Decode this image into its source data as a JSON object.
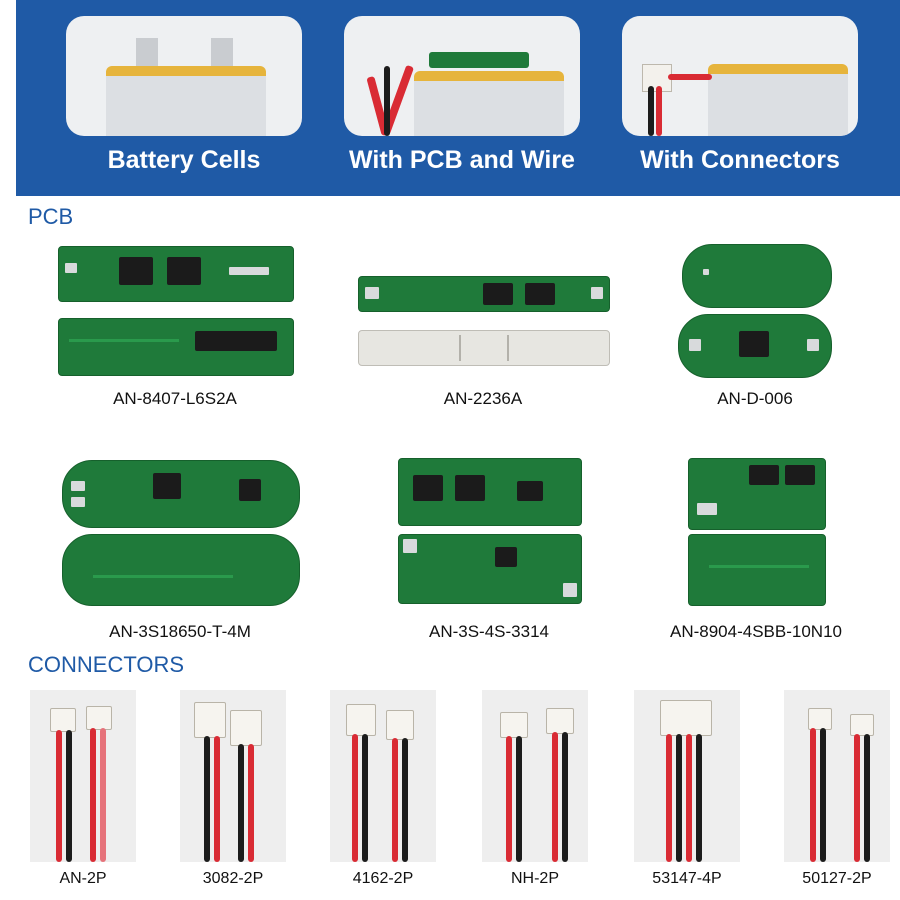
{
  "banner": {
    "items": [
      {
        "label": "Battery Cells"
      },
      {
        "label": "With PCB and Wire"
      },
      {
        "label": "With Connectors"
      }
    ]
  },
  "pcb_section": {
    "title": "PCB",
    "items": [
      {
        "model": "AN-8407-L6S2A"
      },
      {
        "model": "AN-2236A"
      },
      {
        "model": "AN-D-006"
      },
      {
        "model": "AN-3S18650-T-4M"
      },
      {
        "model": "AN-3S-4S-3314"
      },
      {
        "model": "AN-8904-4SBB-10N10"
      }
    ]
  },
  "connectors_section": {
    "title": "CONNECTORS",
    "items": [
      {
        "model": "AN-2P"
      },
      {
        "model": "3082-2P"
      },
      {
        "model": "4162-2P"
      },
      {
        "model": "NH-2P"
      },
      {
        "model": "53147-4P"
      },
      {
        "model": "50127-2P"
      }
    ]
  },
  "colors": {
    "banner_blue": "#1f5aa6",
    "pcb_green": "#1f7a3a",
    "wire_red": "#d92b34",
    "wire_black": "#1c1c1c"
  }
}
